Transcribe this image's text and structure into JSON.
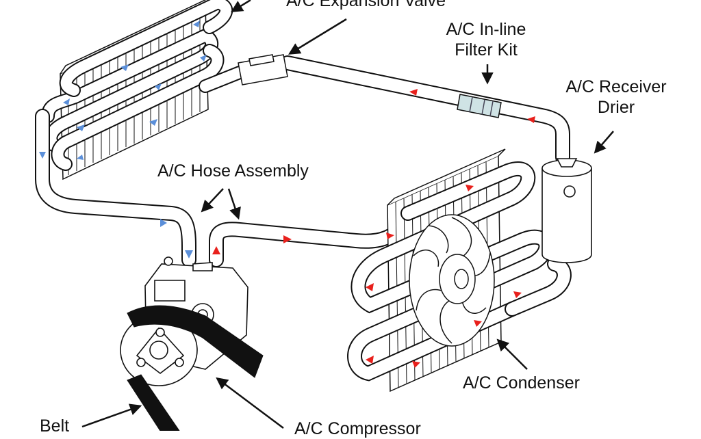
{
  "labels": {
    "expansion_valve": "A/C Expansion Valve",
    "filter_kit_line1": "A/C In-line",
    "filter_kit_line2": "Filter Kit",
    "receiver_line1": "A/C Receiver",
    "receiver_line2": "Drier",
    "hose_assembly": "A/C Hose Assembly",
    "condenser": "A/C Condenser",
    "belt": "Belt",
    "compressor": "A/C Compressor"
  },
  "colors": {
    "line": "#111111",
    "low_pressure_arrow": "#5b8fd9",
    "high_pressure_arrow": "#e8201c",
    "filter_fill": "#cfe3e5",
    "belt": "#111111",
    "background": "#ffffff"
  },
  "icons": {
    "flow_arrow_cold": "arrow-blue",
    "flow_arrow_hot": "arrow-red",
    "pointer_arrow": "black-arrow"
  }
}
